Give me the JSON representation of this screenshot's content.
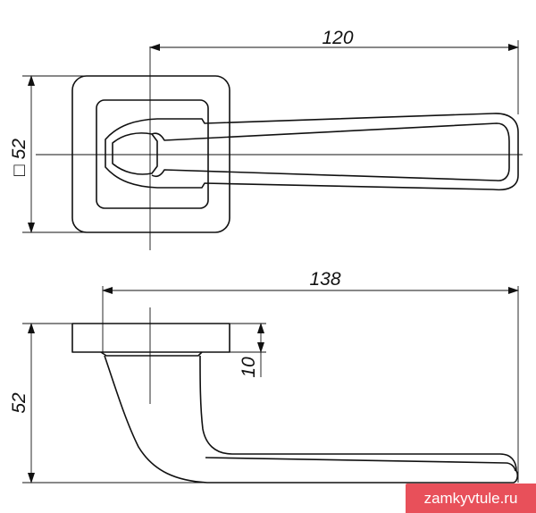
{
  "dimensions": {
    "top_length": "120",
    "rosette_size": "□ 52",
    "overall_length": "138",
    "rosette_thickness": "10",
    "handle_height": "52"
  },
  "watermark": "zamkyvtule.ru"
}
